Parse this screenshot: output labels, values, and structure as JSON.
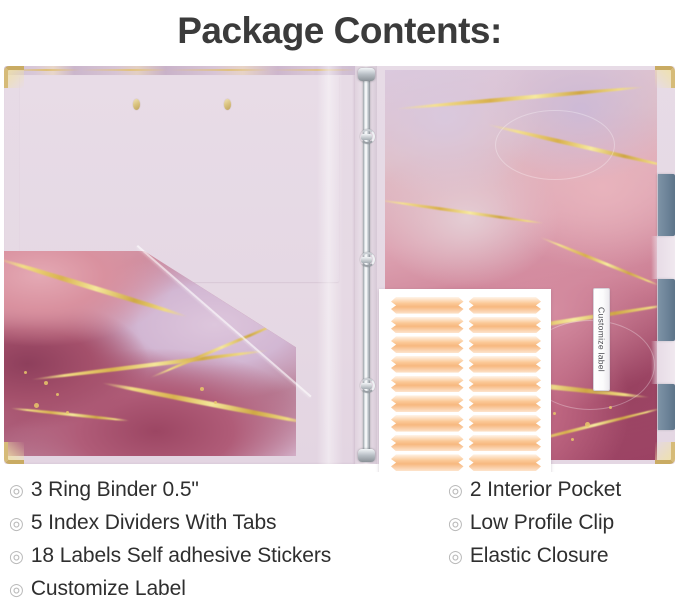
{
  "header": {
    "title": "Package Contents:"
  },
  "product": {
    "type": "3-ring-binder-open",
    "binder_cover_pattern": "pink gold marble",
    "pocket_color": "#e5d8e4",
    "marble_colors": [
      "#dbc9de",
      "#dda3b2",
      "#c9798f",
      "#ab5573",
      "#9c4264"
    ],
    "gold_accent": "#d9b34f",
    "tab_color": "#6c8398",
    "sticker_color": "#f7b87f",
    "ring_metal": "#c6ccd2",
    "corner_metal": "#c9ab63",
    "rings_count": 3,
    "rivets_count": 2,
    "divider_tabs_visible": 3,
    "sticker_rows": 9,
    "sticker_columns": 2,
    "customize_tab_label": "Customize label"
  },
  "contents": {
    "bullet_glyph": "◎",
    "left_column": [
      {
        "label": "3 Ring Binder 0.5\""
      },
      {
        "label": "5 Index Dividers With Tabs"
      },
      {
        "label": "18 Labels Self adhesive Stickers"
      },
      {
        "label": "Customize Label"
      }
    ],
    "right_column": [
      {
        "label": "2 Interior Pocket"
      },
      {
        "label": "Low Profile Clip"
      },
      {
        "label": "Elastic Closure"
      }
    ]
  }
}
